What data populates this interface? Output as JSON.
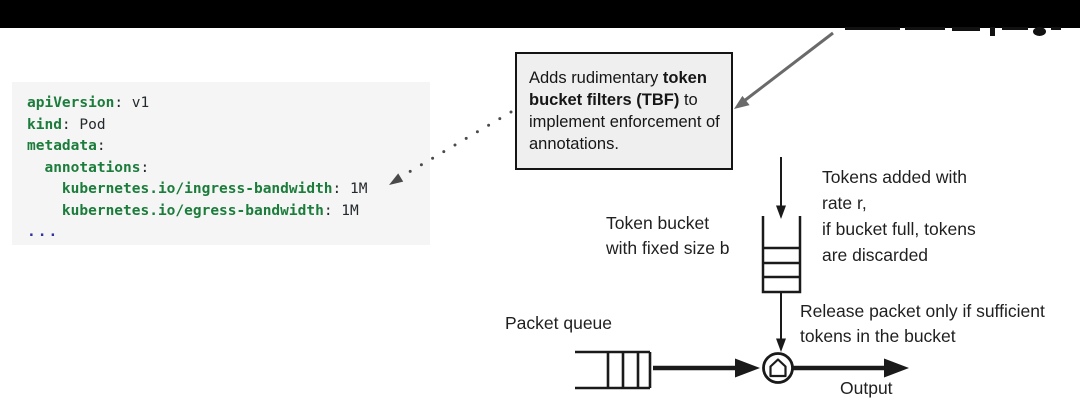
{
  "code_block": {
    "lines": [
      {
        "key": "apiVersion",
        "rest": ": v1"
      },
      {
        "key": "kind",
        "rest": ": Pod"
      },
      {
        "key": "metadata",
        "rest": ":"
      },
      {
        "key": "  annotations",
        "rest": ":"
      },
      {
        "key": "    kubernetes.io/ingress-bandwidth",
        "rest": ": 1M"
      },
      {
        "key": "    kubernetes.io/egress-bandwidth",
        "rest": ": 1M"
      }
    ],
    "ellipsis": "..."
  },
  "callout": {
    "text_before": "Adds rudimentary ",
    "text_bold": "token bucket filters (TBF)",
    "text_after": " to implement enforcement of annotations."
  },
  "diagram": {
    "token_bucket_label": "Token bucket\nwith fixed size b",
    "tokens_added_label": "Tokens added with\nrate r,\nif bucket full, tokens\nare discarded",
    "release_label": "Release packet only if sufficient\ntokens in the bucket",
    "packet_queue_label": "Packet queue",
    "output_label": "Output"
  },
  "colors": {
    "yaml_key_green": "#1c7c3c",
    "yaml_value_dark": "#24292e",
    "document_end_blue": "#32329f",
    "code_bg": "#f4f5f4",
    "callout_bg": "#efefef",
    "arrow_gray": "#6a6a6a",
    "diagram_black": "#1a1a1a"
  }
}
